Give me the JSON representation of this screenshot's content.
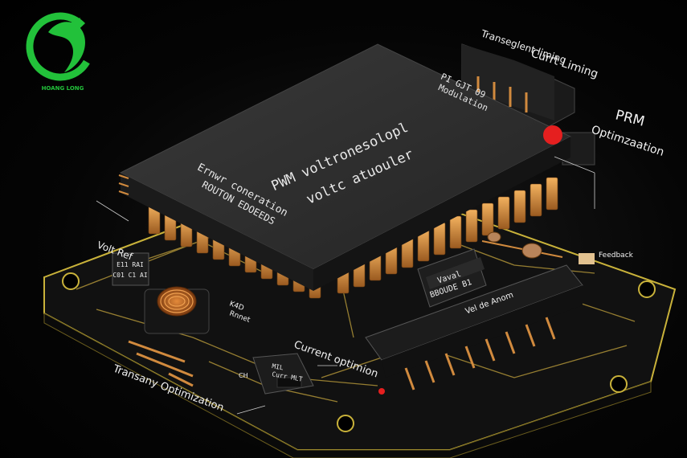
{
  "logo": {
    "name": "HOANG LONG",
    "accent": "#22c13a"
  },
  "labels": {
    "current_liming": "Currt Liming",
    "transegient_liming": "Transeglent liming",
    "prm": "PRM",
    "optimization_right": "Optimzaation",
    "modulation_1": "PI GJT 09",
    "modulation_2": "Modulation",
    "volt_ref": "Volt Ref",
    "current_optimization": "Current optimion",
    "transany_optimization": "Transany Optimization",
    "pwm_chip_line1": "PWM voltronesolopl",
    "pwm_chip_line2": "voltc atuouler",
    "error_line1": "Ernwr coneration",
    "error_line2": "ROUTON EDOEEDS",
    "regulator_line1": "Vaval",
    "regulator_line2": "BBOUDE B1",
    "small_ic_line1": "E11 RAI",
    "small_ic_line2": "C01 C1 AI",
    "kd_line1": "K4D",
    "kd_line2": "Rnnet",
    "mlt_line1": "MIL",
    "mlt_line2": "Curr MLT",
    "strip_label": "Vel de Anom",
    "feedback": "Feedback",
    "ch_label": "CH"
  },
  "colors": {
    "board": "#121212",
    "board_edge": "#c9b23a",
    "chip_top": "#2e2e2e",
    "chip_side": "#1b1b1b",
    "copper": "#d18a3e",
    "copper_dark": "#8a531f",
    "trace": "#b89a3a",
    "red_dot": "#e51f1f"
  }
}
